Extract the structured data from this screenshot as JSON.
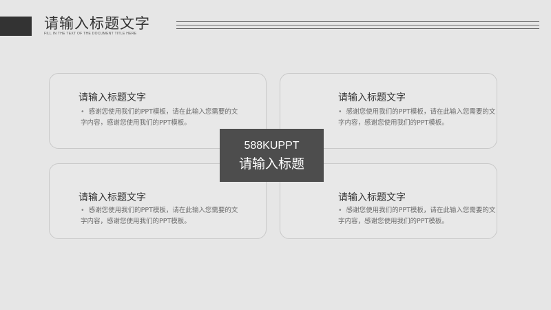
{
  "header": {
    "title": "请输入标题文字",
    "subtitle": "FILL IN THE TEXT OF THE DOCUMENT TITLE HERE"
  },
  "center": {
    "line1": "588KUPPT",
    "line2": "请输入标题"
  },
  "cards": [
    {
      "title": "请输入标题文字",
      "text": "感谢您使用我们的PPT模板，请在此输入您需要的文字内容，感谢您使用我们的PPT模板。"
    },
    {
      "title": "请输入标题文字",
      "text": "感谢您使用我们的PPT模板，请在此输入您需要的文字内容，感谢您使用我们的PPT模板。"
    },
    {
      "title": "请输入标题文字",
      "text": "感谢您使用我们的PPT模板，请在此输入您需要的文字内容，感谢您使用我们的PPT模板。"
    },
    {
      "title": "请输入标题文字",
      "text": "感谢您使用我们的PPT模板，请在此输入您需要的文字内容，感谢您使用我们的PPT模板。"
    }
  ]
}
